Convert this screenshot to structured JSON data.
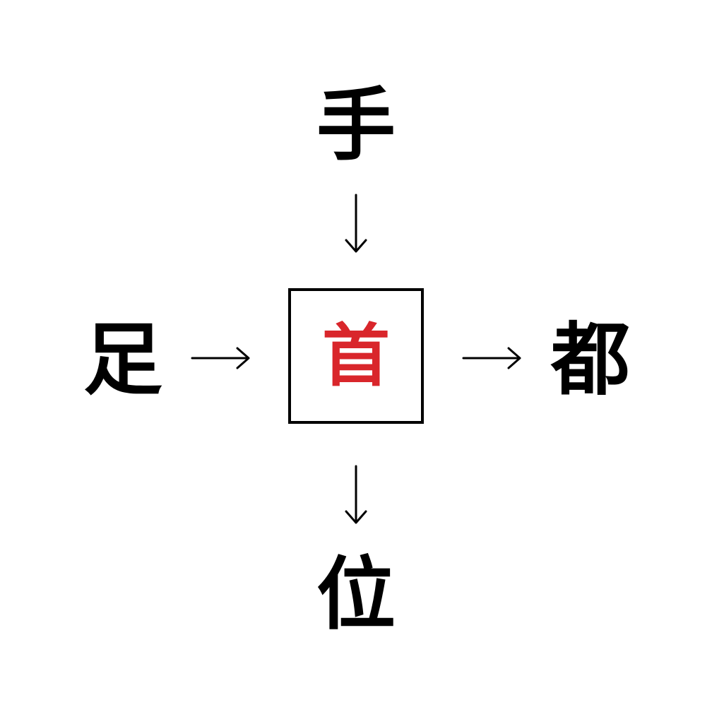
{
  "puzzle": {
    "top": "手",
    "left": "足",
    "right": "都",
    "bottom": "位",
    "answer": "首"
  },
  "colors": {
    "answer": "#d9262b",
    "text": "#000000"
  }
}
